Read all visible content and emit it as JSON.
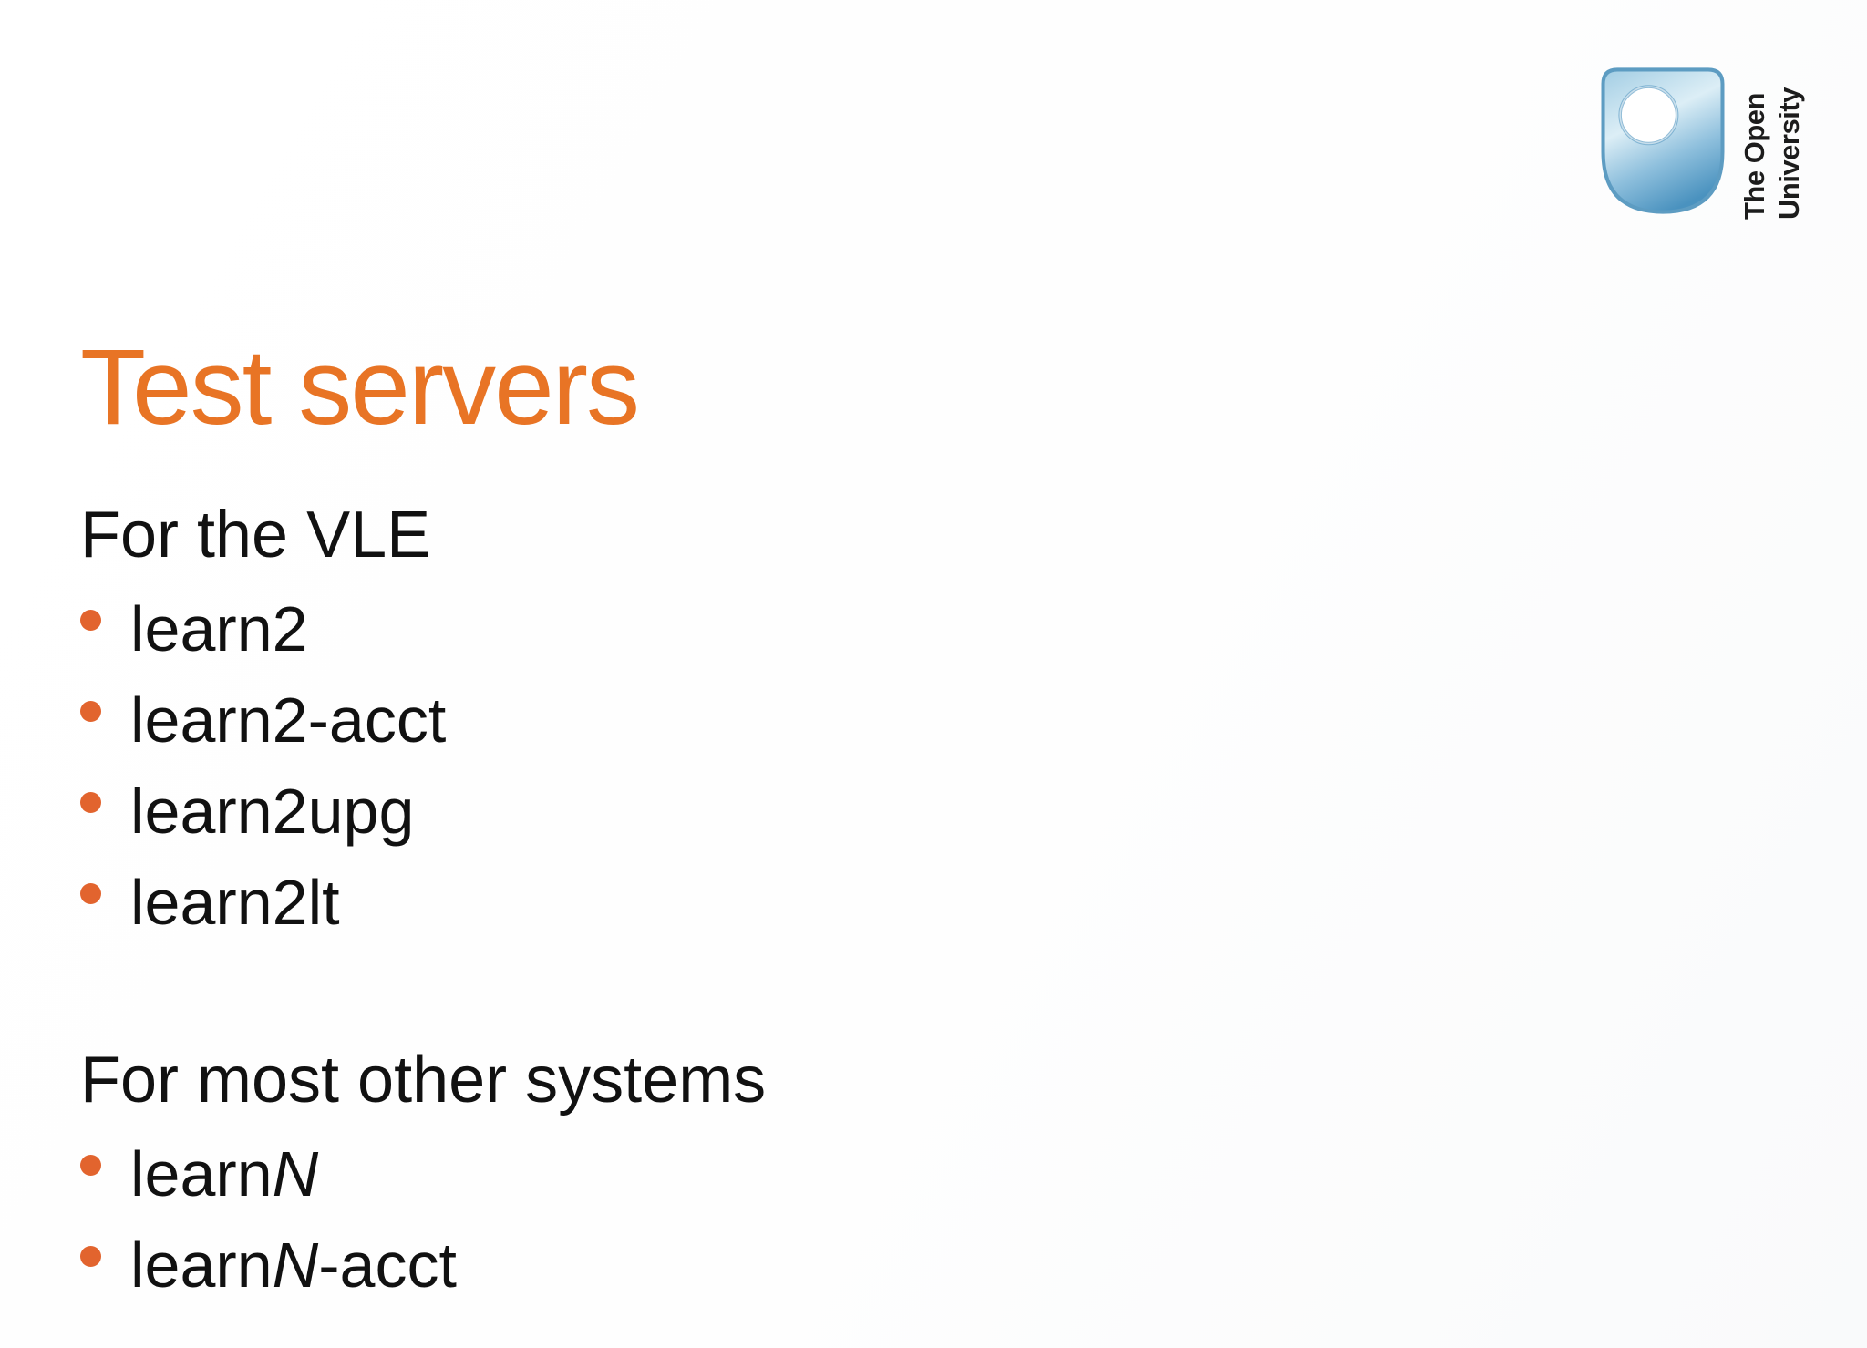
{
  "slide": {
    "title": "Test servers",
    "colors": {
      "title": "#e87425",
      "bullet": "#e2642e",
      "text": "#111111"
    }
  },
  "logo": {
    "alt": "The Open University",
    "text_line1": "The Open",
    "text_line2": "University",
    "shield_colors": {
      "outline": "#5d9cc2",
      "top": "#a9d1e6",
      "mid": "#dceef6",
      "bottom": "#4a92bf"
    }
  },
  "sections": [
    {
      "heading": "For the VLE",
      "items": [
        {
          "pre": "learn2",
          "italic": "",
          "post": ""
        },
        {
          "pre": "learn2-acct",
          "italic": "",
          "post": ""
        },
        {
          "pre": "learn2upg",
          "italic": "",
          "post": ""
        },
        {
          "pre": "learn2lt",
          "italic": "",
          "post": ""
        }
      ]
    },
    {
      "heading": "For most other systems",
      "items": [
        {
          "pre": "learn",
          "italic": "N",
          "post": ""
        },
        {
          "pre": "learn",
          "italic": "N",
          "post": "-acct"
        }
      ]
    }
  ]
}
